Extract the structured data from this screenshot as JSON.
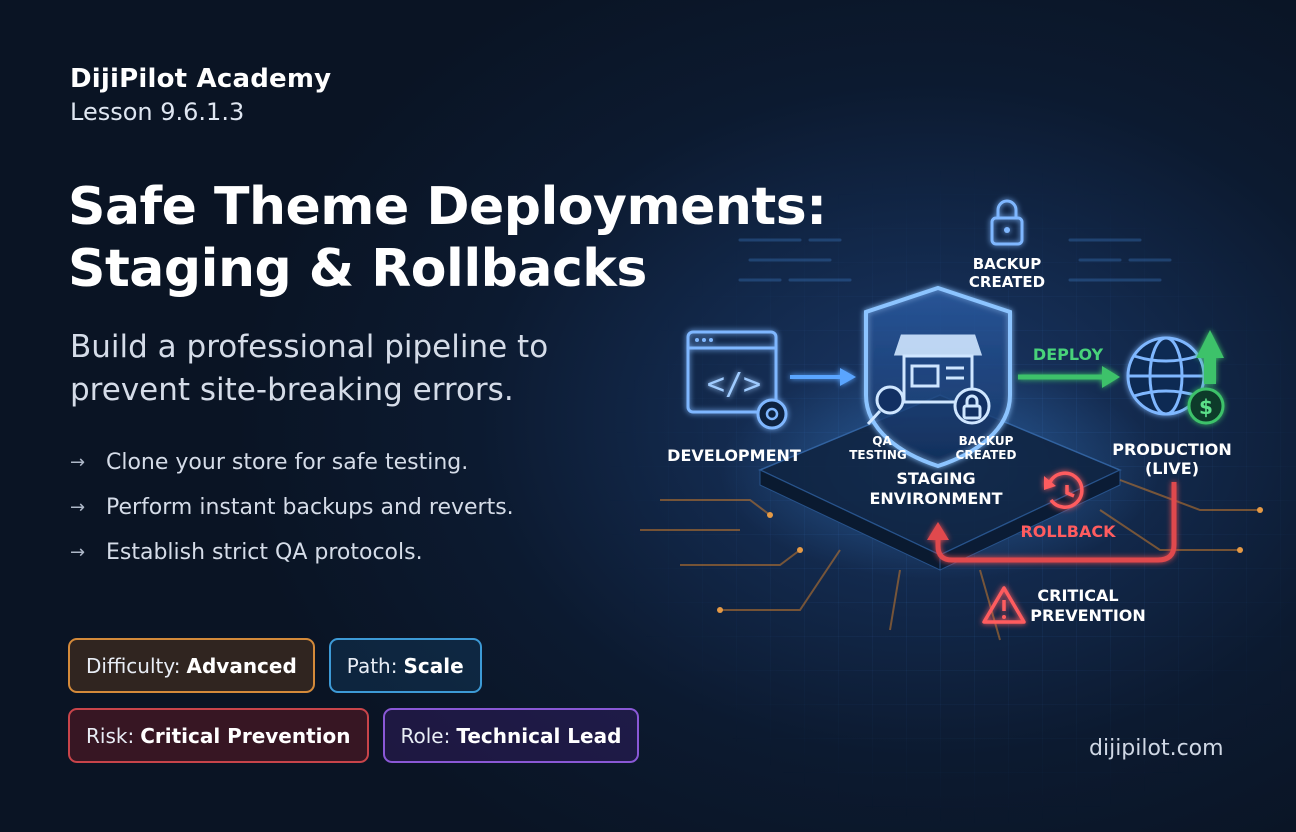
{
  "brand": {
    "name": "DijiPilot Academy",
    "lesson": "Lesson 9.6.1.3"
  },
  "title": {
    "line1": "Safe Theme Deployments:",
    "line2": "Staging & Rollbacks"
  },
  "subtitle": {
    "line1": "Build a professional pipeline to",
    "line2": "prevent site-breaking errors."
  },
  "bullets": [
    {
      "arrow": "→",
      "text": "Clone your store for safe testing."
    },
    {
      "arrow": "→",
      "text": "Perform instant backups and reverts."
    },
    {
      "arrow": "→",
      "text": "Establish strict QA protocols."
    }
  ],
  "badges": [
    {
      "label": "Difficulty:",
      "value": "Advanced",
      "color": "#d48a3a"
    },
    {
      "label": "Path:",
      "value": "Scale",
      "color": "#3d9ad6"
    },
    {
      "label": "Risk:",
      "value": "Critical Prevention",
      "color": "#c8444a"
    },
    {
      "label": "Role:",
      "value": "Technical Lead",
      "color": "#8a58d6"
    }
  ],
  "diagram": {
    "backup_top": {
      "line1": "BACKUP",
      "line2": "CREATED"
    },
    "development": "DEVELOPMENT",
    "qa": {
      "line1": "QA",
      "line2": "TESTING"
    },
    "backup_shield": {
      "line1": "BACKUP",
      "line2": "CREATED"
    },
    "staging": {
      "line1": "STAGING",
      "line2": "ENVIRONMENT"
    },
    "deploy": "DEPLOY",
    "production": {
      "line1": "PRODUCTION",
      "line2": "(LIVE)"
    },
    "rollback": "ROLLBACK",
    "critical": {
      "line1": "CRITICAL",
      "line2": "PREVENTION"
    },
    "colors": {
      "blue": "#3d9ae8",
      "green": "#3ec26a",
      "red": "#e0484d"
    }
  },
  "footer": {
    "site": "dijipilot.com"
  }
}
